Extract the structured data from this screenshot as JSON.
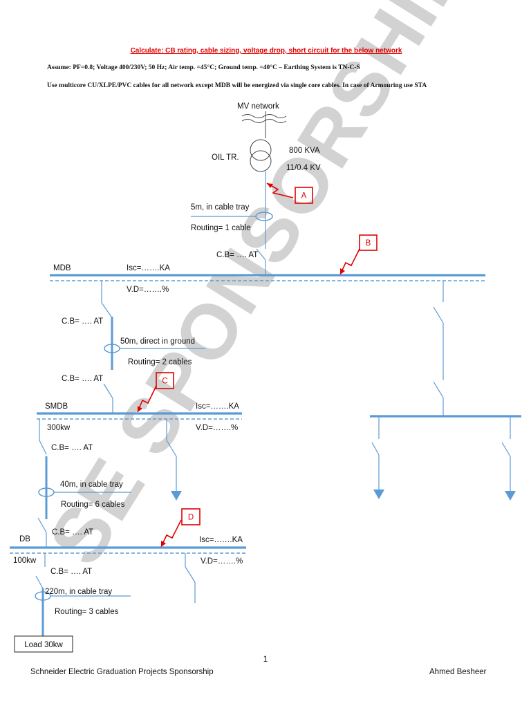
{
  "header": {
    "title": "Calculate: CB rating, cable sizing, voltage drop, short circuit for the below network",
    "assumptions": "Assume: PF=0.8; Voltage 400/230V; 50 Hz; Air temp. =45°C; Ground temp. =40°C – Earthing System is TN-C-S",
    "cable_note": "Use multicore CU/XLPE/PVC cables for all network except MDB will be energized via single core cables. In case of Armouring use STA"
  },
  "source": {
    "network": "MV network",
    "transformer_label": "OIL TR.",
    "rating": "800 KVA",
    "ratio": "11/0.4 KV"
  },
  "fault_points": {
    "a": "A",
    "b": "B",
    "c": "C",
    "d": "D"
  },
  "feeders": {
    "tr_mdb": {
      "length": "5m, in cable tray",
      "routing": "Routing= 1 cable"
    },
    "mdb_smdb": {
      "length": "50m, direct in ground",
      "routing": "Routing= 2 cables"
    },
    "smdb_db": {
      "length": "40m, in cable tray",
      "routing": "Routing= 6 cables"
    },
    "db_load": {
      "length": "220m, in cable tray",
      "routing": "Routing= 3 cables"
    }
  },
  "mdb": {
    "name": "MDB",
    "cb_in": "C.B= …. AT",
    "isc": "Isc=…….KA",
    "vd": "V.D=…….%"
  },
  "smdb": {
    "name": "SMDB",
    "load": "300kw",
    "cb_out_mdb": "C.B= …. AT",
    "cb_in": "C.B= …. AT",
    "isc": "Isc=…….KA",
    "vd": "V.D=…….%"
  },
  "db": {
    "name": "DB",
    "load": "100kw",
    "cb_out_smdb": "C.B= …. AT",
    "cb_in": "C.B= …. AT",
    "isc": "Isc=…….KA",
    "vd": "V.D=…….%"
  },
  "db_out": {
    "cb": "C.B= …. AT"
  },
  "load": {
    "label": "Load 30kw"
  },
  "watermark": "SE SPONSORSHIP",
  "footer": {
    "left": "Schneider  Electric Graduation Projects Sponsorship",
    "page": "1",
    "right": "Ahmed Besheer"
  },
  "colors": {
    "line": "#5b9bd5",
    "fault": "#e00000",
    "watermark": "#d2d2d2"
  }
}
